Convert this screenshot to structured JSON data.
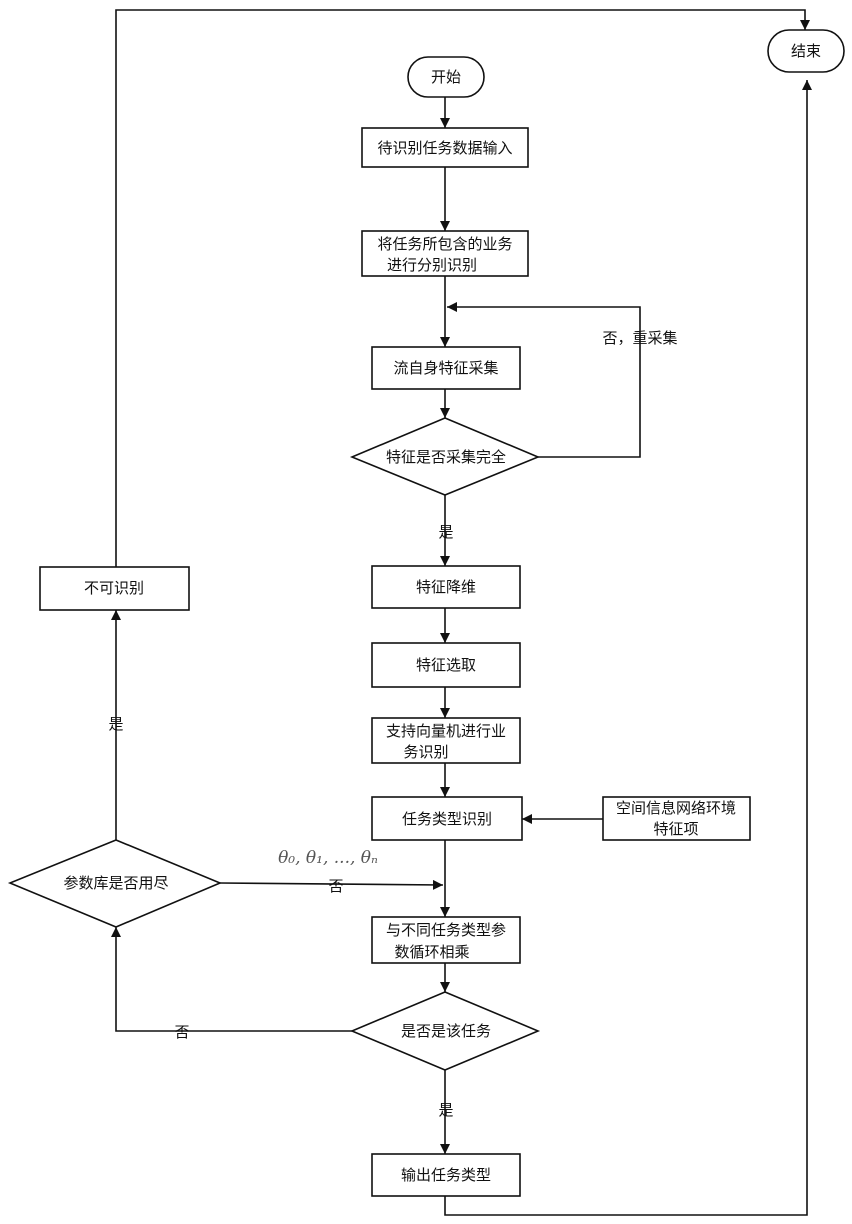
{
  "nodes": {
    "start": "开始",
    "end": "结束",
    "input": "待识别任务数据输入",
    "separate_line1": "将任务所包含的业务",
    "separate_line2": "进行分别识别",
    "collect": "流自身特征采集",
    "complete_check": "特征是否采集完全",
    "reduce": "特征降维",
    "select": "特征选取",
    "svm_line1": "支持向量机进行业",
    "svm_line2": "务识别",
    "type_recognize": "任务类型识别",
    "env_line1": "空间信息网络环境",
    "env_line2": "特征项",
    "multiply_line1": "与不同任务类型参",
    "multiply_line2": "数循环相乘",
    "is_task_check": "是否是该任务",
    "output": "输出任务类型",
    "param_exhausted": "参数库是否用尽",
    "unrecognizable": "不可识别"
  },
  "edge_labels": {
    "no_recollect": "否，重采集",
    "yes_complete": "是",
    "yes_output": "是",
    "no_not_task": "否",
    "no_params_left": "否",
    "yes_exhausted": "是"
  },
  "params_label": "θ₀, θ₁, ..., θₙ"
}
